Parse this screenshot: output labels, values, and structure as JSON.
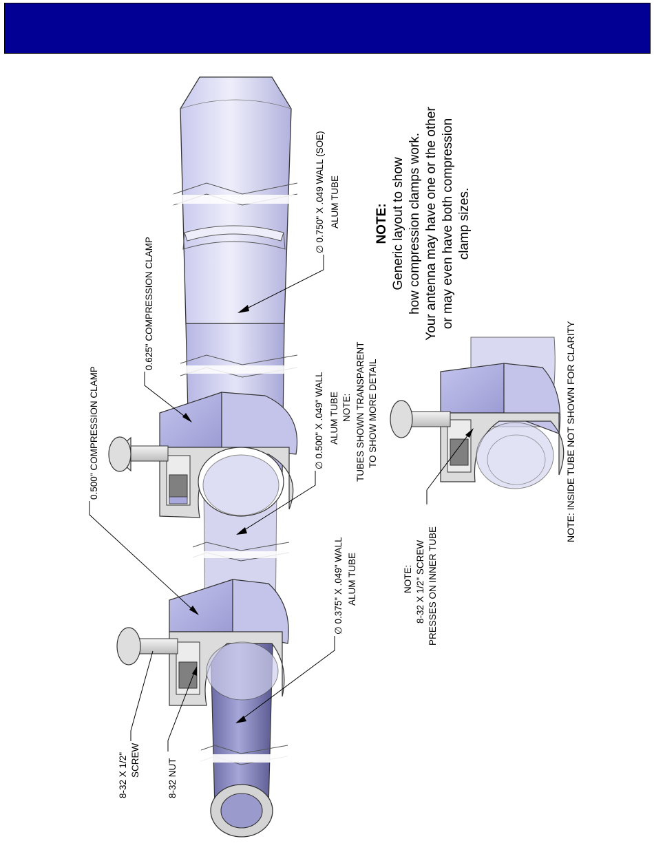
{
  "header": {
    "title": ""
  },
  "labels": {
    "tube750_line1": "∅ 0.750\" X .049 WALL (SOE)",
    "tube750_line2": "ALUM TUBE",
    "clamp625": "0.625\" COMPRESSION CLAMP",
    "clamp500": "0.500\" COMPRESSION CLAMP",
    "tube500_line1": "∅ 0.500\" X .049\" WALL",
    "tube500_line2": "ALUM TUBE",
    "tube375_line1": "∅ 0.375\" X .049\" WALL",
    "tube375_line2": "ALUM TUBE",
    "screw_line1": "8-32 X 1/2\"",
    "screw_line2": "SCREW",
    "nut": "8-32 NUT",
    "transparent_line1": "NOTE:",
    "transparent_line2": "TUBES SHOWN TRANSPARENT",
    "transparent_line3": "TO SHOW MORE DETAIL",
    "screw_note_line1": "NOTE:",
    "screw_note_line2": "8-32 X 1/2\" SCREW",
    "screw_note_line3": "PRESSES ON INNER TUBE",
    "inside_tube_note": "NOTE: INSIDE TUBE NOT SHOWN FOR CLARITY"
  },
  "note": {
    "heading": "NOTE:",
    "lines": [
      "Generic layout to show",
      "how compression clamps work.",
      "Your antenna may have one or the other",
      "or may even have both compression",
      "clamp sizes."
    ]
  },
  "colors": {
    "banner": "#020094",
    "tube_light": "#d8d8f4",
    "tube_dark": "#6e6ea6",
    "clamp_face": "#b4b4e6",
    "clamp_side": "#d4d4d4"
  }
}
